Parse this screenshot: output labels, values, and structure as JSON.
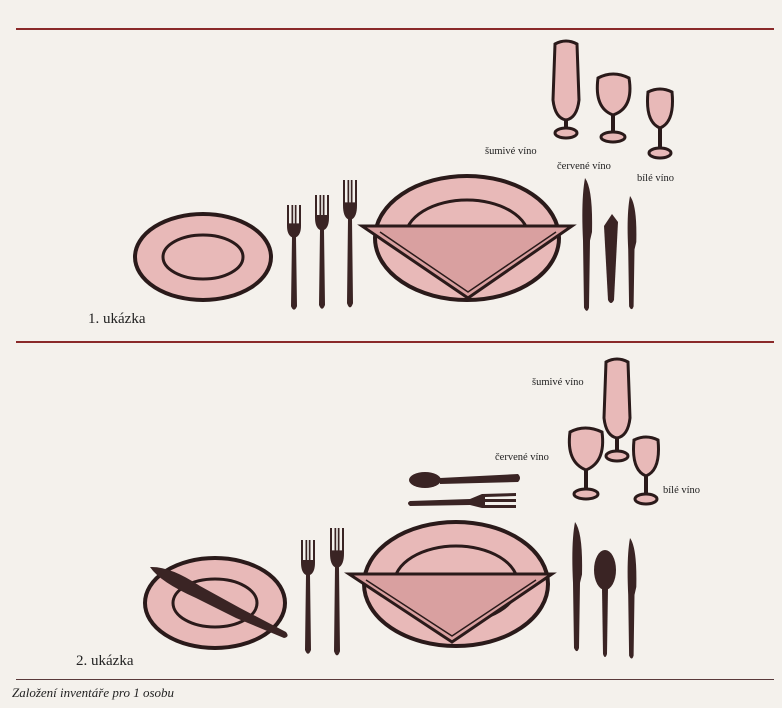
{
  "section1": {
    "label": "1. ukázka",
    "glasses": {
      "sparkling": "šumivé víno",
      "red": "červené víno",
      "white": "bílé víno"
    }
  },
  "section2": {
    "label": "2. ukázka",
    "glasses": {
      "sparkling": "šumivé víno",
      "red": "červené víno",
      "white": "bílé víno"
    }
  },
  "caption": "Založení inventáře pro 1 osobu",
  "colors": {
    "plate_fill": "#e8b9b8",
    "plate_outline": "#2a1a1a",
    "napkin": "#d9a0a0",
    "cutlery": "#3a2424",
    "rule": "#8a2a2a",
    "background": "#f4f1ec"
  }
}
